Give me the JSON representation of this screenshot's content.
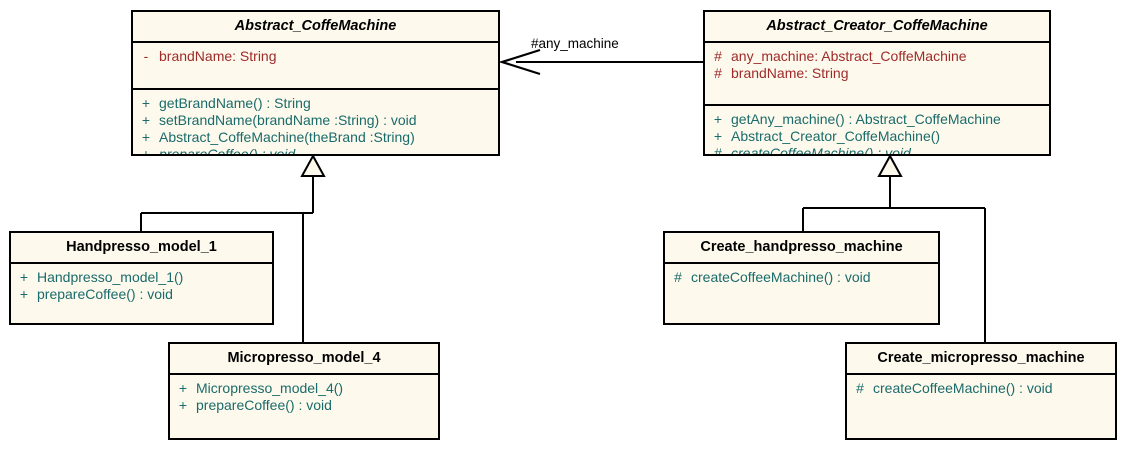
{
  "diagram": {
    "type": "uml-class-diagram",
    "background": "#ffffff",
    "colors": {
      "class_fill": "#fdf9ec",
      "border": "#000000",
      "attribute_text": "#9e2a2a",
      "operation_text": "#1a6b6b",
      "class_name_text": "#000000"
    }
  },
  "classes": {
    "abstract_coffemachine": {
      "name": "Abstract_CoffeMachine",
      "abstract": true,
      "attributes": [
        {
          "visibility": "-",
          "text": "brandName:  String"
        }
      ],
      "operations": [
        {
          "visibility": "+",
          "text": "getBrandName() : String",
          "abstract": false
        },
        {
          "visibility": "+",
          "text": "setBrandName(brandName :String) : void",
          "abstract": false
        },
        {
          "visibility": "+",
          "text": "Abstract_CoffeMachine(theBrand :String)",
          "abstract": false
        },
        {
          "visibility": "+",
          "text": "prepareCoffee() : void",
          "abstract": true
        }
      ]
    },
    "abstract_creator_coffemachine": {
      "name": "Abstract_Creator_CoffeMachine",
      "abstract": true,
      "attributes": [
        {
          "visibility": "#",
          "text": "any_machine:  Abstract_CoffeMachine"
        },
        {
          "visibility": "#",
          "text": "brandName:  String"
        }
      ],
      "operations": [
        {
          "visibility": "+",
          "text": "getAny_machine() : Abstract_CoffeMachine",
          "abstract": false
        },
        {
          "visibility": "+",
          "text": "Abstract_Creator_CoffeMachine()",
          "abstract": false
        },
        {
          "visibility": "#",
          "text": "createCoffeeMachine() : void",
          "abstract": true
        }
      ]
    },
    "handpresso_model_1": {
      "name": "Handpresso_model_1",
      "abstract": false,
      "attributes": [],
      "operations": [
        {
          "visibility": "+",
          "text": "Handpresso_model_1()",
          "abstract": false
        },
        {
          "visibility": "+",
          "text": "prepareCoffee() : void",
          "abstract": false
        }
      ]
    },
    "micropresso_model_4": {
      "name": "Micropresso_model_4",
      "abstract": false,
      "attributes": [],
      "operations": [
        {
          "visibility": "+",
          "text": "Micropresso_model_4()",
          "abstract": false
        },
        {
          "visibility": "+",
          "text": "prepareCoffee() : void",
          "abstract": false
        }
      ]
    },
    "create_handpresso_machine": {
      "name": "Create_handpresso_machine",
      "abstract": false,
      "attributes": [],
      "operations": [
        {
          "visibility": "#",
          "text": "createCoffeeMachine() : void",
          "abstract": false
        }
      ]
    },
    "create_micropresso_machine": {
      "name": "Create_micropresso_machine",
      "abstract": false,
      "attributes": [],
      "operations": [
        {
          "visibility": "#",
          "text": "createCoffeeMachine() : void",
          "abstract": false
        }
      ]
    }
  },
  "relationships": {
    "association_any_machine": {
      "label": "#any_machine",
      "kind": "association",
      "from": "Abstract_Creator_CoffeMachine",
      "to": "Abstract_CoffeMachine"
    },
    "generalizations": [
      {
        "from": "Handpresso_model_1",
        "to": "Abstract_CoffeMachine"
      },
      {
        "from": "Micropresso_model_4",
        "to": "Abstract_CoffeMachine"
      },
      {
        "from": "Create_handpresso_machine",
        "to": "Abstract_Creator_CoffeMachine"
      },
      {
        "from": "Create_micropresso_machine",
        "to": "Abstract_Creator_CoffeMachine"
      }
    ]
  }
}
